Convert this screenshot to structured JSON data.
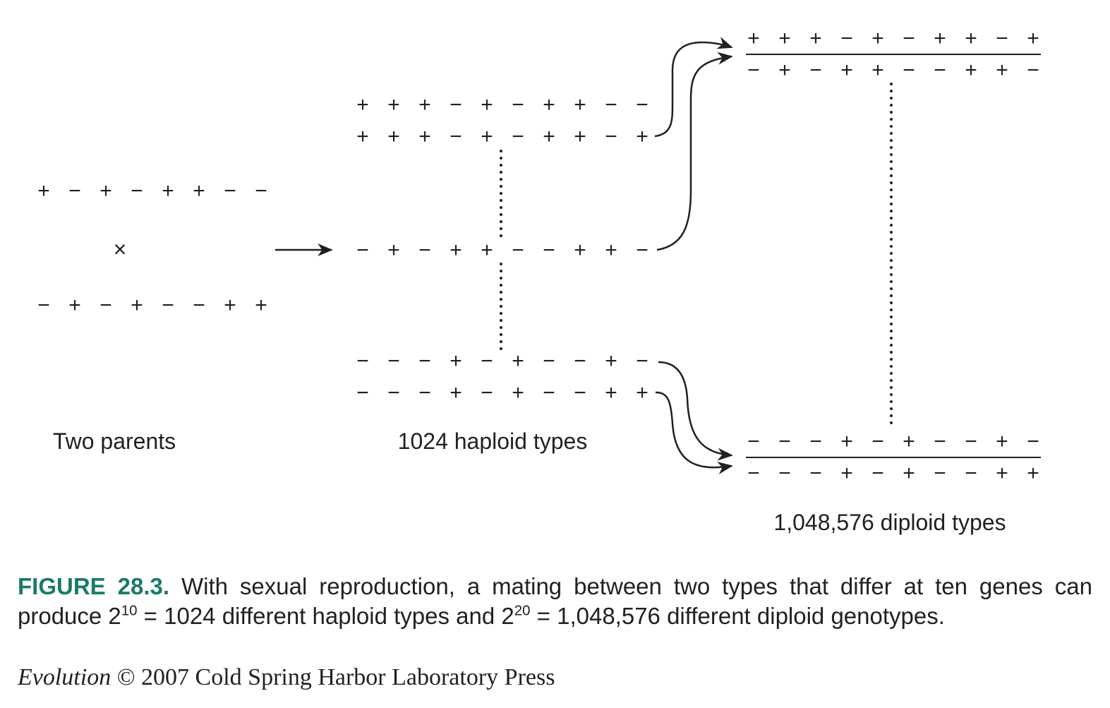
{
  "figure": {
    "parents": {
      "rows": [
        [
          "+",
          "−",
          "+",
          "−",
          "+",
          "+",
          "−",
          "−"
        ],
        [
          "−",
          "+",
          "−",
          "+",
          "−",
          "−",
          "+",
          "+"
        ]
      ],
      "cross_symbol": "×",
      "label": "Two parents"
    },
    "haploid": {
      "rows": [
        [
          "+",
          "+",
          "+",
          "−",
          "+",
          "−",
          "+",
          "+",
          "−",
          "−"
        ],
        [
          "+",
          "+",
          "+",
          "−",
          "+",
          "−",
          "+",
          "+",
          "−",
          "+"
        ],
        [
          "−",
          "+",
          "−",
          "+",
          "+",
          "−",
          "−",
          "+",
          "+",
          "−"
        ],
        [
          "−",
          "−",
          "−",
          "+",
          "−",
          "+",
          "−",
          "−",
          "+",
          "−"
        ],
        [
          "−",
          "−",
          "−",
          "+",
          "−",
          "+",
          "−",
          "−",
          "+",
          "+"
        ]
      ],
      "label": "1024 haploid types"
    },
    "diploid": {
      "pairs": [
        [
          [
            "+",
            "+",
            "+",
            "−",
            "+",
            "−",
            "+",
            "+",
            "−",
            "+"
          ],
          [
            "−",
            "+",
            "−",
            "+",
            "+",
            "−",
            "−",
            "+",
            "+",
            "−"
          ]
        ],
        [
          [
            "−",
            "−",
            "−",
            "+",
            "−",
            "+",
            "−",
            "−",
            "+",
            "−"
          ],
          [
            "−",
            "−",
            "−",
            "+",
            "−",
            "+",
            "−",
            "−",
            "+",
            "+"
          ]
        ]
      ],
      "label": "1,048,576 diploid types"
    }
  },
  "caption": {
    "label": "FIGURE 28.3.",
    "text_1": "With sexual reproduction, a mating between two types that differ at ten genes can produce 2",
    "sup_1": "10",
    "text_2": " = 1024 different haploid types and 2",
    "sup_2": "20",
    "text_3": " = 1,048,576 different diploid genotypes."
  },
  "credit": {
    "title": "Evolution",
    "text": "© 2007 Cold Spring Harbor Laboratory Press"
  },
  "colors": {
    "background": "#ffffff",
    "ink": "#231f20",
    "caption_label": "#1b7a68"
  }
}
